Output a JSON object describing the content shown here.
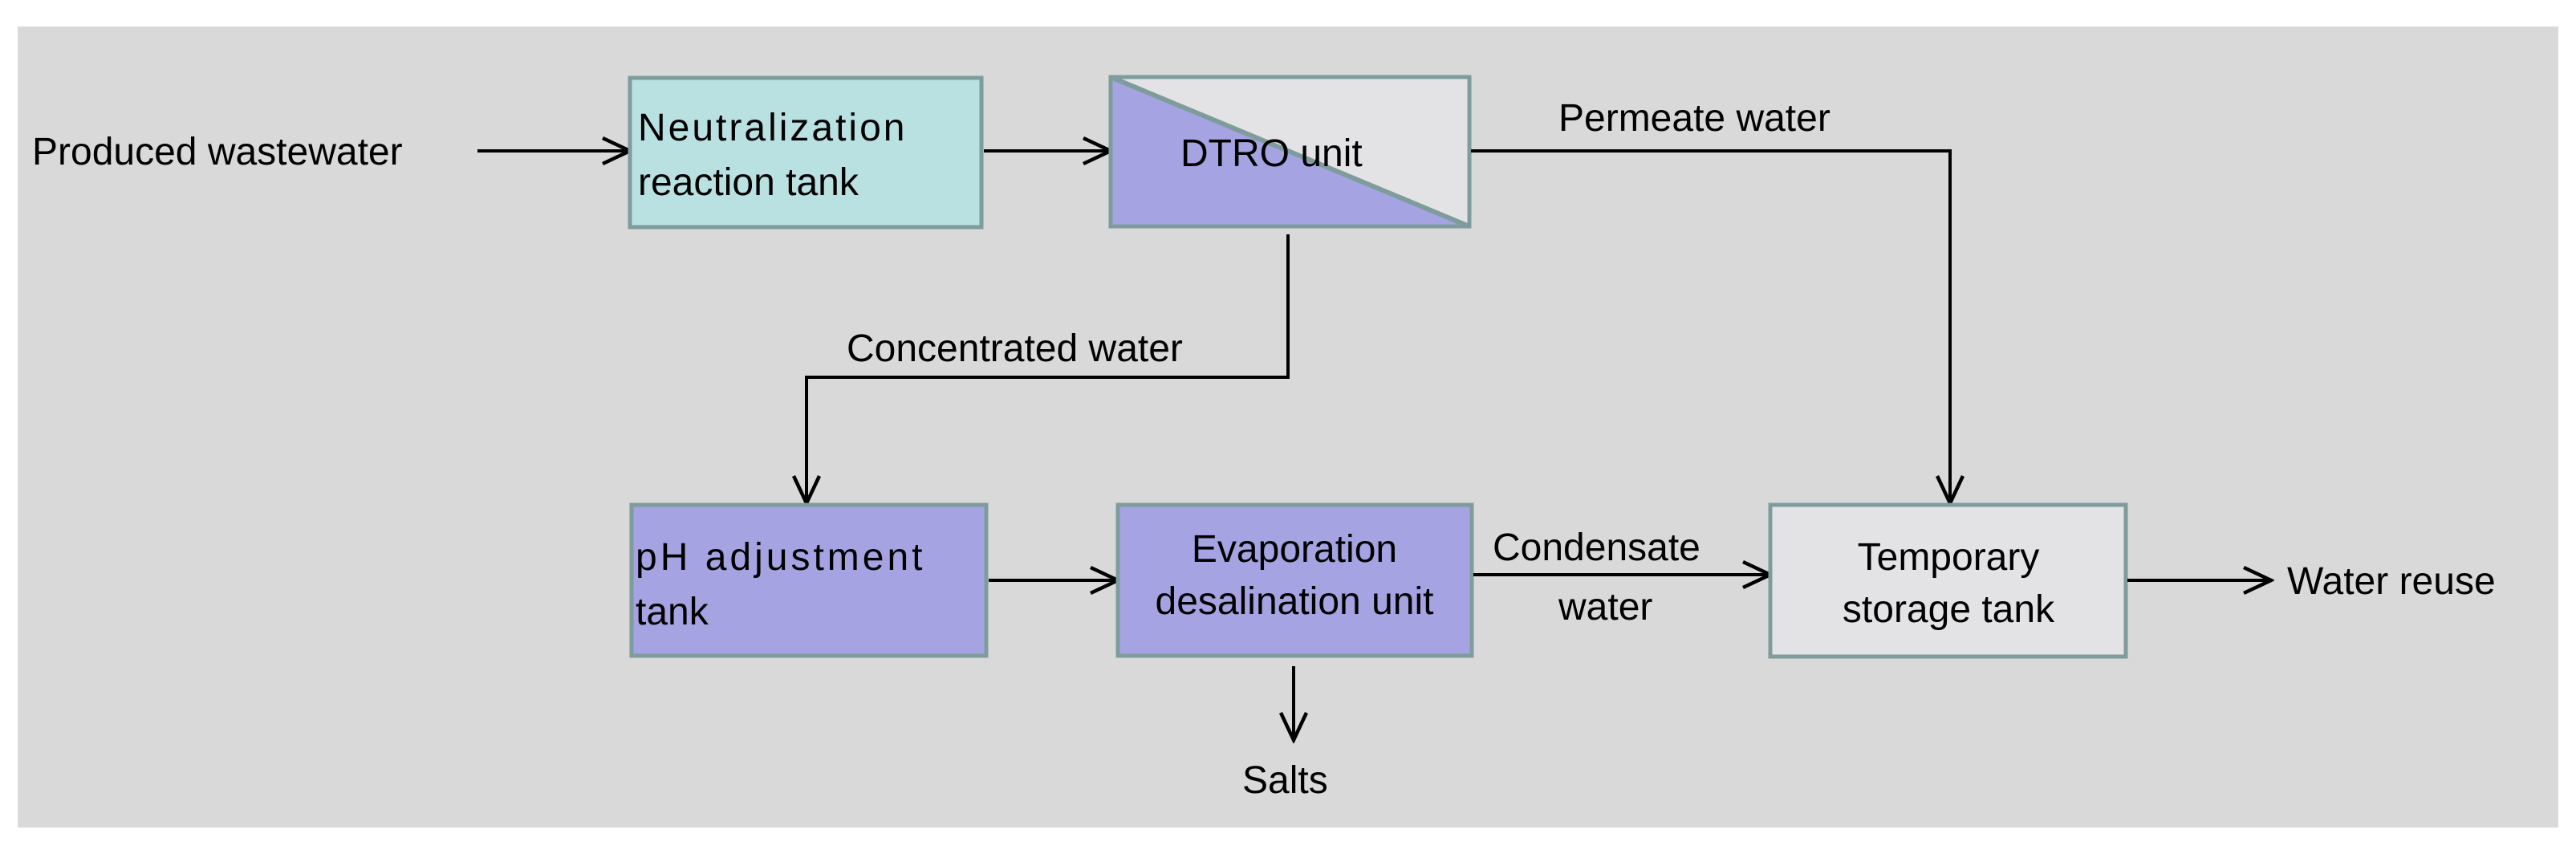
{
  "diagram": {
    "colors": {
      "background": "#d9d9d9",
      "neutralization_fill": "#b9e1e2",
      "purple_fill": "#a6a3e2",
      "light_fill": "#e3e3e6",
      "border": "#7f9c9c",
      "arrow": "#000000"
    },
    "inputs": {
      "produced_wastewater": "Produced wastewater"
    },
    "boxes": {
      "neutralization": {
        "line1": "Neutralization",
        "line2": "reaction tank"
      },
      "dtro": {
        "label": "DTRO unit"
      },
      "ph_adjustment": {
        "line1": "pH adjustment",
        "line2": "tank"
      },
      "evaporation": {
        "line1": "Evaporation",
        "line2": "desalination unit"
      },
      "temporary_storage": {
        "line1": "Temporary",
        "line2": "storage tank"
      }
    },
    "flows": {
      "permeate_water": "Permeate water",
      "concentrated_water": "Concentrated water",
      "condensate_line1": "Condensate",
      "condensate_line2": "water",
      "salts": "Salts",
      "water_reuse": "Water reuse"
    }
  }
}
